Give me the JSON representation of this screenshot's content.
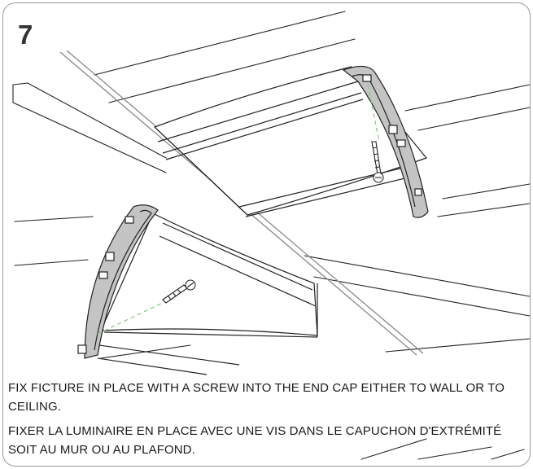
{
  "step": {
    "number": "7"
  },
  "instructions": {
    "english": "FIX FICTURE IN PLACE WITH A SCREW INTO THE END CAP EITHER TO WALL OR TO CEILING.",
    "french": "FIXER LA LUMINAIRE EN PLACE AVEC UNE VIS DANS LE CAPUCHON D'EXTRÉMITÉ SOIT AU MUR OU AU PLAFOND."
  },
  "colors": {
    "line": "#222222",
    "end_cap_fill": "#c4c4c4",
    "guide_dash": "#7fc97f",
    "panel_border": "#9a9a9a"
  },
  "icons": {
    "screw": "screw-icon",
    "end_cap": "end-cap-bracket",
    "fixture": "light-fixture"
  }
}
